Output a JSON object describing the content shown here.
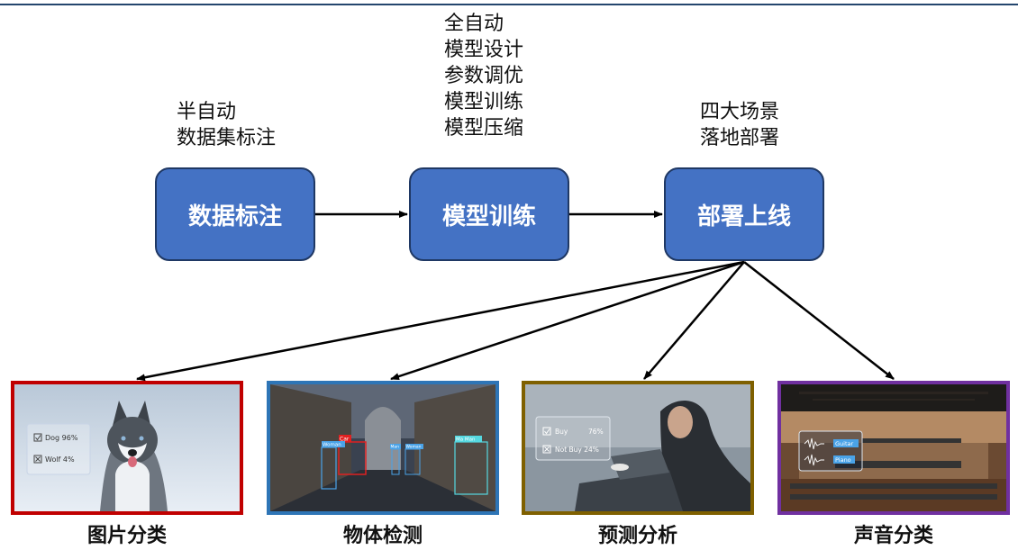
{
  "notes": {
    "step1": "半自动\n数据集标注",
    "step2": "全自动\n模型设计\n参数调优\n模型训练\n模型压缩",
    "step3": "四大场景\n落地部署"
  },
  "steps": [
    "数据标注",
    "模型训练",
    "部署上线"
  ],
  "scenes": [
    {
      "caption": "图片分类",
      "border_color": "#c00000",
      "labels": [
        "Dog 96%",
        "Wolf 4%"
      ]
    },
    {
      "caption": "物体检测",
      "border_color": "#2e75b6",
      "labels": [
        "Car",
        "Woman",
        "Man",
        "Woman",
        "Ma Man"
      ]
    },
    {
      "caption": "预测分析",
      "border_color": "#7f6000",
      "labels": [
        "Buy",
        "76%",
        "Not Buy 24%"
      ]
    },
    {
      "caption": "声音分类",
      "border_color": "#7030a0",
      "labels": [
        "Guitar",
        "Piano"
      ]
    }
  ],
  "colors": {
    "box_fill": "#4472c4",
    "box_border": "#1f3864",
    "top_rule": "#24466e"
  }
}
